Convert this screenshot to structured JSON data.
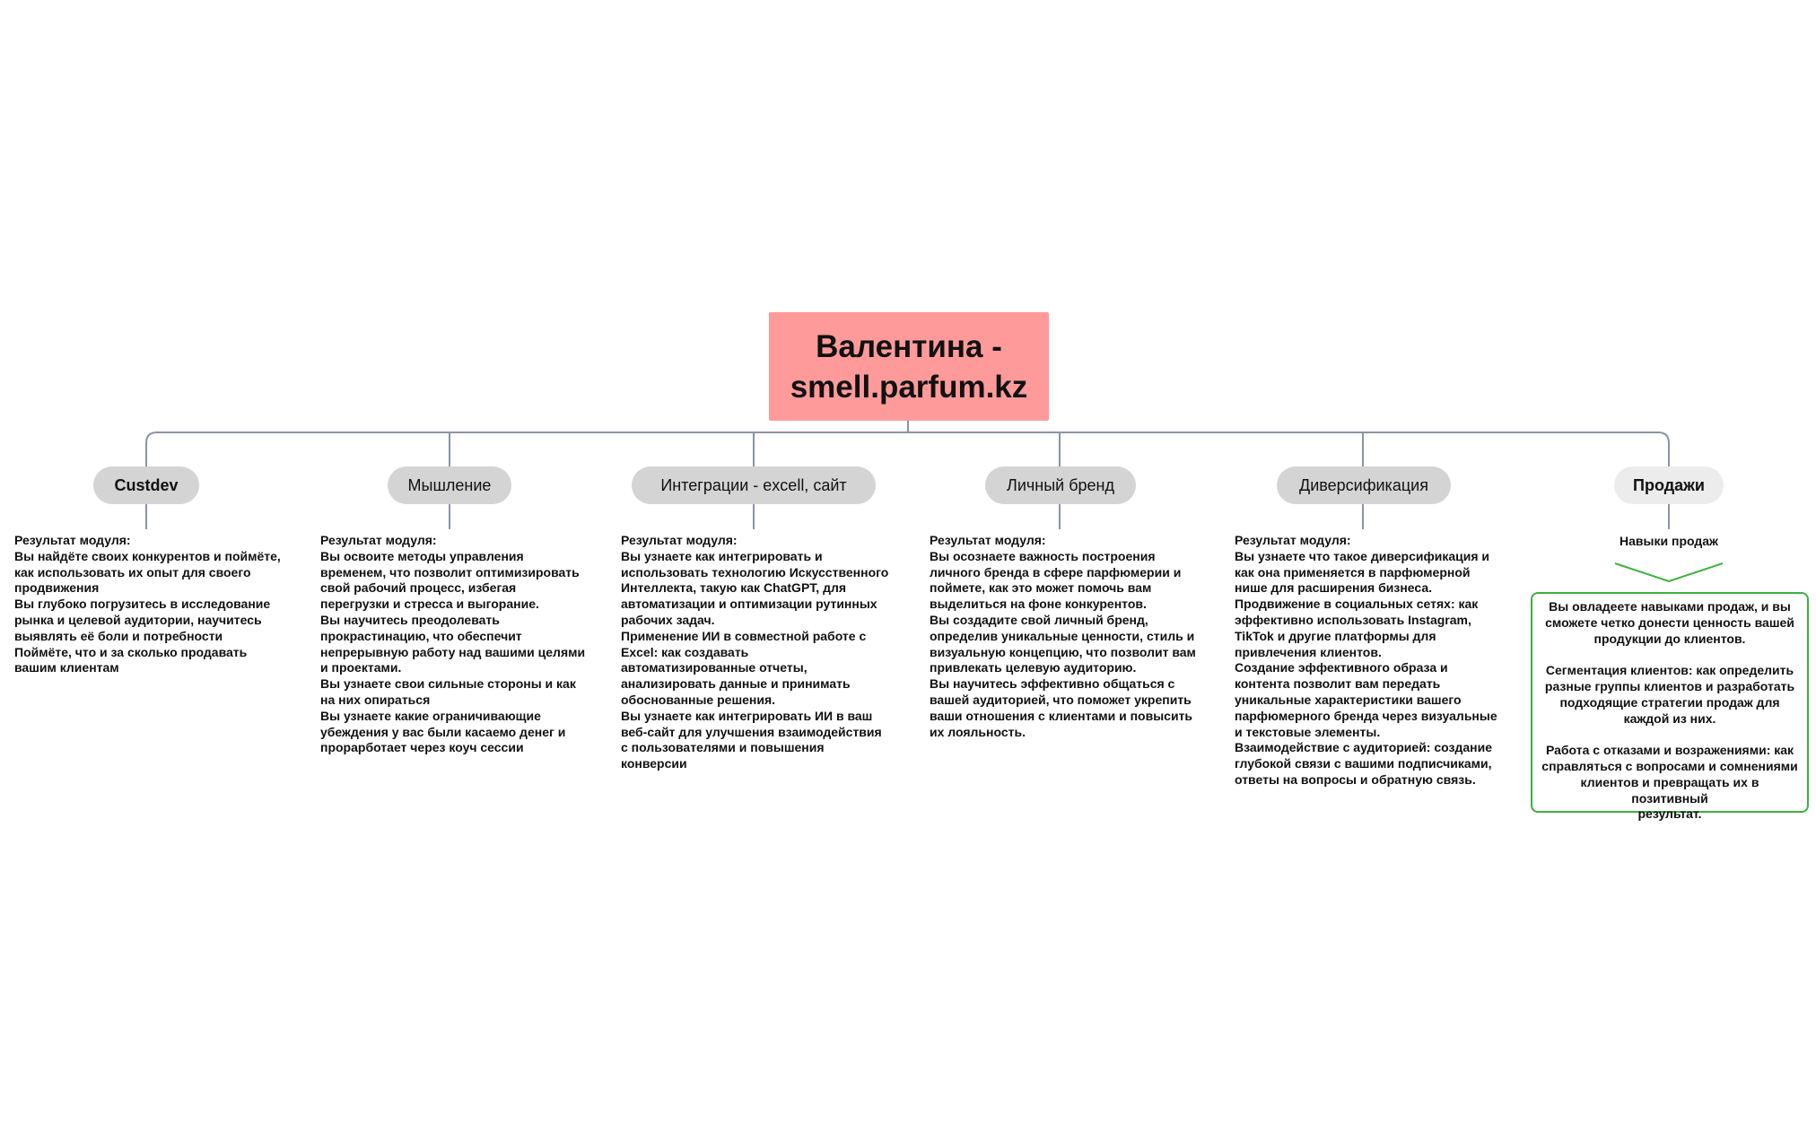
{
  "root": {
    "title": "Валентина -\nsmell.parfum.kz"
  },
  "colors": {
    "root_fill": "#ff9a9a",
    "pill_fill": "#d4d4d4",
    "pill_fill_light": "#ececec",
    "connector": "#8a93a6",
    "sales_border": "#3db13d"
  },
  "branches": [
    {
      "label": "Custdev",
      "text": "Результат модуля:\nВы найдёте своих конкурентов и поймёте,\nкак использовать их опыт для своего\nпродвижения\nВы глубоко погрузитесь в исследование\nрынка и целевой аудитории, научитесь\nвыявлять её боли и потребности\nПоймёте, что и за сколько продавать\nвашим клиентам"
    },
    {
      "label": "Мышление",
      "text": "Результат модуля:\nВы освоите методы управления\nвременем, что позволит оптимизировать\nсвой рабочий процесс, избегая\nперегрузки и стресса и выгорание.\nВы научитесь преодолевать\nпрокрастинацию, что обеспечит\nнепрерывную работу над вашими целями\nи проектами.\nВы узнаете свои сильные стороны и как\nна них опираться\nВы узнаете какие ограничивающие\nубеждения у вас были касаемо денег и\nпрорарботает через коуч сессии"
    },
    {
      "label": "Интеграции -  excell, сайт",
      "text": "Результат модуля:\nВы узнаете как интегрировать и\nиспользовать технологию Искусственного\nИнтеллекта, такую как ChatGPT, для\nавтоматизации и оптимизации рутинных\nрабочих задач.\nПрименение ИИ в совместной работе с\nExcel: как создавать\nавтоматизированные отчеты,\nанализировать данные и принимать\nобоснованные решения.\nВы узнаете как интегрировать ИИ в ваш\nвеб-сайт для улучшения взаимодействия\nс пользователями и повышения\nконверсии"
    },
    {
      "label": "Личный бренд",
      "text": "Результат модуля:\nВы осознаете важность построения\nличного бренда в сфере парфюмерии и\nпоймете, как это может помочь вам\nвыделиться на фоне конкурентов.\nВы создадите свой личный бренд,\nопределив уникальные ценности, стиль и\nвизуальную концепцию, что позволит вам\nпривлекать целевую аудиторию.\nВы научитесь эффективно общаться с\nвашей аудиторией, что поможет укрепить\nваши отношения с клиентами и повысить\nих лояльность."
    },
    {
      "label": "Диверсификация",
      "text": "Результат модуля:\nВы узнаете что такое диверсификация и\nкак она применяется в парфюмерной\nнише для расширения бизнеса.\nПродвижение в социальных сетях: как\nэффективно использовать Instagram,\nTikTok и другие платформы для\nпривлечения клиентов.\nСоздание эффективного образа и\nконтента позволит вам передать\nуникальные характеристики вашего\nпарфюмерного бренда через визуальные\nи текстовые элементы.\nВзаимодействие с аудиторией: создание\nглубокой связи с вашими подписчиками,\nответы на вопросы и обратную связь."
    },
    {
      "label": "Продажи",
      "sub": "Навыки продаж",
      "box": "Вы овладеете навыками продаж, и вы\nсможете четко донести ценность вашей\nпродукции до клиентов.\n\nСегментация клиентов: как определить\nразные группы клиентов и разработать\nподходящие стратегии продаж для\nкаждой из них.\n\nРабота с отказами и возражениями: как\nсправляться с вопросами и сомнениями\nклиентов и превращать их в позитивный\nрезультат."
    }
  ]
}
